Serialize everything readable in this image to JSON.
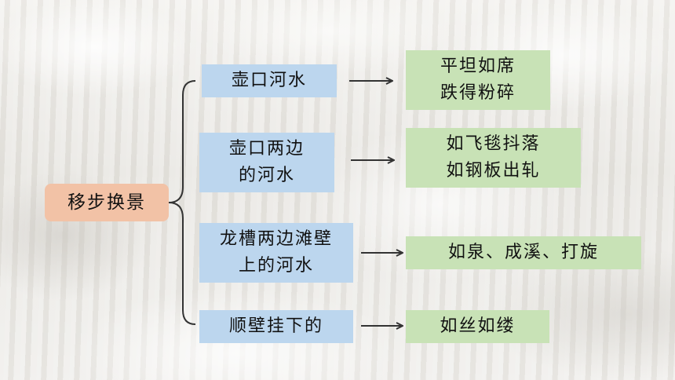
{
  "root": {
    "label": "移步换景"
  },
  "rows": [
    {
      "source": [
        "壶口河水"
      ],
      "result": [
        "平坦如席",
        "跌得粉碎"
      ]
    },
    {
      "source": [
        "壶口两边",
        "的河水"
      ],
      "result": [
        "如飞毯抖落",
        "如钢板出轧"
      ]
    },
    {
      "source": [
        "龙槽两边滩壁",
        "上的河水"
      ],
      "result": [
        "如泉、成溪、打旋"
      ]
    },
    {
      "source": [
        "顺壁挂下的"
      ],
      "result": [
        "如丝如缕"
      ]
    }
  ],
  "colors": {
    "source_box": "#bcd6ee",
    "result_box": "#c8e2b6",
    "root_box": "#f2c2a6",
    "lines": "#333333"
  }
}
